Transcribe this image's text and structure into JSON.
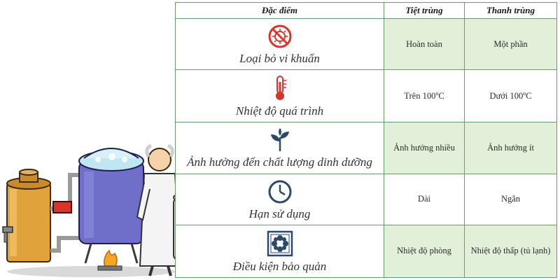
{
  "headers": {
    "feature": "Đặc điểm",
    "sterilization": "Tiệt trùng",
    "pasteurization": "Thanh trùng"
  },
  "rows": [
    {
      "label": "Loại bỏ vi khuẩn",
      "icon": "no-bacteria-icon",
      "sterilization": "Hoàn toàn",
      "pasteurization": "Một phần"
    },
    {
      "label": "Nhiệt độ quá trình",
      "icon": "thermometer-icon",
      "sterilization_prefix": "Trên 100",
      "sterilization_unit": "o",
      "sterilization_suffix": "C",
      "pasteurization_prefix": "Dưới 100",
      "pasteurization_unit": "o",
      "pasteurization_suffix": "C"
    },
    {
      "label": "Ảnh hưởng đến chất lượng dinh dưỡng",
      "icon": "plant-icon",
      "sterilization": "Ảnh hưởng nhiều",
      "pasteurization": "Ảnh hưởng ít"
    },
    {
      "label": "Hạn sử dụng",
      "icon": "clock-icon",
      "sterilization": "Dài",
      "pasteurization": "Ngắn"
    },
    {
      "label": "Điều kiện bảo quản",
      "icon": "snowflake-icon",
      "sterilization": "Nhiệt độ phòng",
      "pasteurization": "Nhiệt độ thấp (tủ lạnh)"
    }
  ],
  "colors": {
    "icon_red": "#d9342b",
    "icon_dark": "#2b4a6b",
    "cell_green": "#e2f0d9",
    "border": "#6b9c6b"
  }
}
